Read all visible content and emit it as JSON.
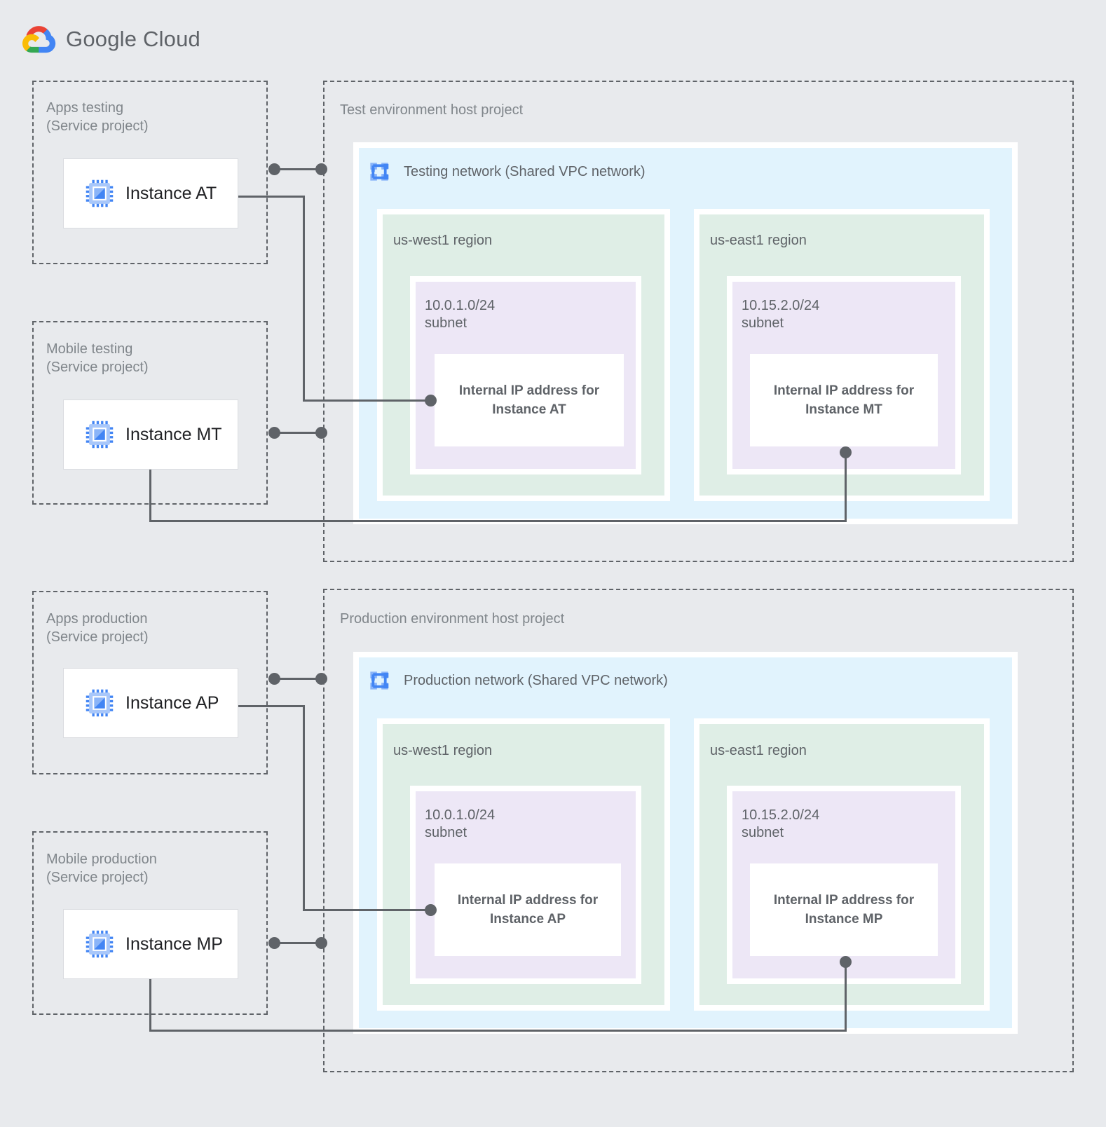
{
  "brand": {
    "logo_icon": "google-cloud-logo-icon",
    "name_part1": "Google",
    "name_part2": "Cloud",
    "colors": {
      "background": "#e8eaed",
      "vpc_fill": "#e1f3fd",
      "region_fill": "#dfeee6",
      "subnet_fill": "#ede7f6",
      "card_fill": "#ffffff",
      "line": "#5f6368",
      "label_text": "#80868b",
      "title_text": "#5f6368",
      "instance_text": "#202124",
      "icon_blue": "#4285f4",
      "icon_blue_light": "#a8c7fa"
    }
  },
  "service_projects": [
    {
      "id": "apps-testing",
      "label": "Apps testing\n(Service project)",
      "instance": {
        "name": "Instance AT",
        "icon": "vm-instance-icon"
      }
    },
    {
      "id": "mobile-testing",
      "label": "Mobile testing\n(Service project)",
      "instance": {
        "name": "Instance MT",
        "icon": "vm-instance-icon"
      }
    },
    {
      "id": "apps-production",
      "label": "Apps production\n(Service project)",
      "instance": {
        "name": "Instance AP",
        "icon": "vm-instance-icon"
      }
    },
    {
      "id": "mobile-production",
      "label": "Mobile production\n(Service project)",
      "instance": {
        "name": "Instance MP",
        "icon": "vm-instance-icon"
      }
    }
  ],
  "host_projects": [
    {
      "id": "test-environment",
      "label": "Test environment host project",
      "network": {
        "title": "Testing network (Shared VPC network)",
        "icon": "vpc-network-icon"
      },
      "regions": [
        {
          "id": "test-us-west1",
          "label": "us-west1 region",
          "subnet": {
            "label": "10.0.1.0/24\nsubnet",
            "ip_box": "Internal IP address for\nInstance AT"
          }
        },
        {
          "id": "test-us-east1",
          "label": "us-east1 region",
          "subnet": {
            "label": "10.15.2.0/24\nsubnet",
            "ip_box": "Internal IP address for\nInstance MT"
          }
        }
      ]
    },
    {
      "id": "production-environment",
      "label": "Production environment host project",
      "network": {
        "title": "Production network (Shared VPC network)",
        "icon": "vpc-network-icon"
      },
      "regions": [
        {
          "id": "prod-us-west1",
          "label": "us-west1 region",
          "subnet": {
            "label": "10.0.1.0/24\nsubnet",
            "ip_box": "Internal IP address for\nInstance AP"
          }
        },
        {
          "id": "prod-us-east1",
          "label": "us-east1 region",
          "subnet": {
            "label": "10.15.2.0/24\nsubnet",
            "ip_box": "Internal IP address for\nInstance MP"
          }
        }
      ]
    }
  ]
}
